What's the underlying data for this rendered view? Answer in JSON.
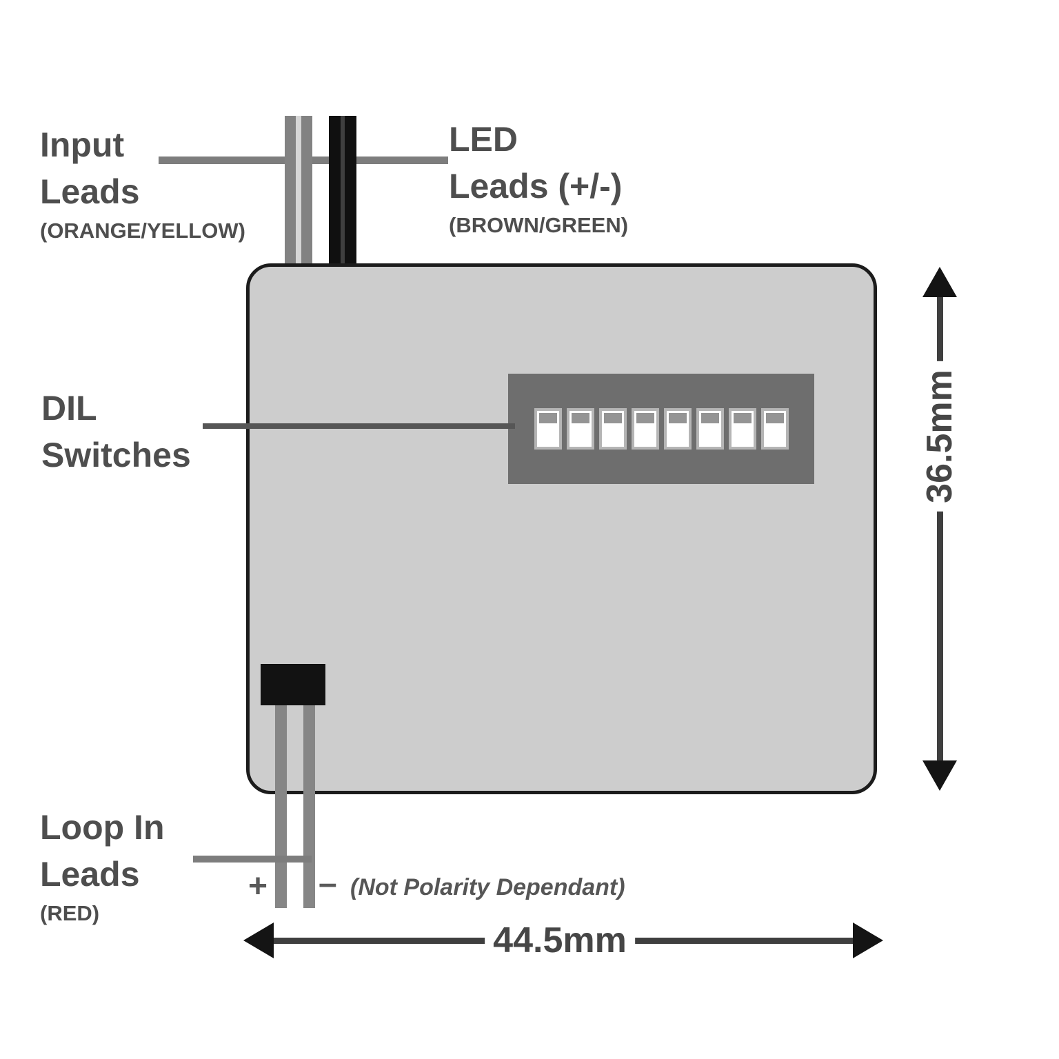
{
  "diagram_title": "DIL switch module dimension diagram",
  "labels": {
    "input": {
      "line1": "Input",
      "line2": "Leads",
      "note": "(ORANGE/YELLOW)"
    },
    "led": {
      "line1": "LED",
      "line2": "Leads (+/-)",
      "note": "(BROWN/GREEN)"
    },
    "dil": {
      "line1": "DIL",
      "line2": "Switches"
    },
    "loop": {
      "line1": "Loop In",
      "line2": "Leads",
      "note": "(RED)"
    },
    "plus_sign": "+",
    "minus_sign": "–",
    "polarity_note": "(Not Polarity Dependant)"
  },
  "dimensions": {
    "width_label": "44.5mm",
    "height_label": "36.5mm"
  },
  "dip": {
    "count": 8,
    "positions": "all-down"
  },
  "colors": {
    "body_fill": "#cdcdcd",
    "body_border": "#1c1c1c",
    "dip_block": "#6e6e6e",
    "switch_frame": "#b5b5b5",
    "switch_recess": "#949494",
    "switch_slider": "#ffffff",
    "wire_gray": "#828282",
    "wire_black": "#101010",
    "pointer_line": "#7d7d7d",
    "text": "#4e4e4e",
    "arrow": "#141414"
  }
}
